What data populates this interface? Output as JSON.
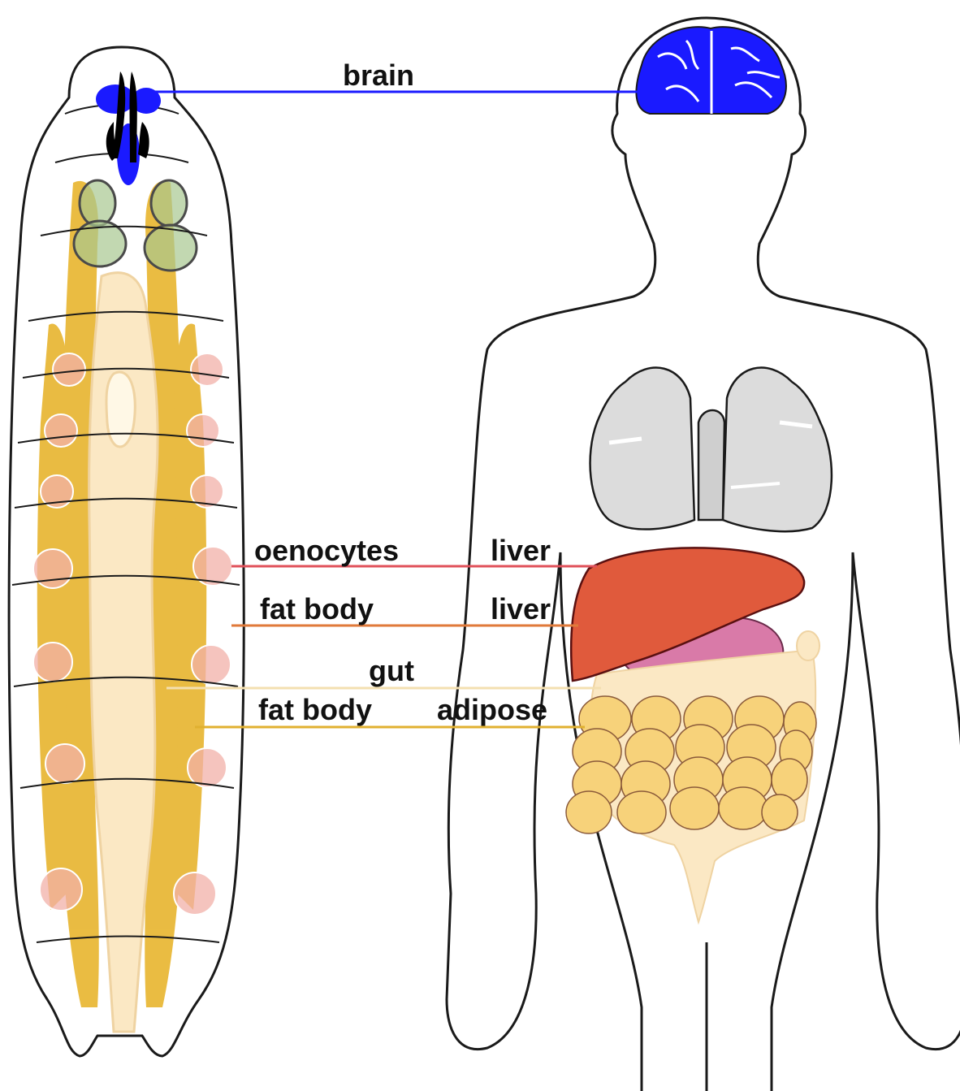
{
  "labels": {
    "brain": "brain",
    "larva_oenocytes": "oenocytes",
    "human_liver_1": "liver",
    "larva_fat_body_1": "fat body",
    "human_liver_2": "liver",
    "larva_gut": "gut",
    "larva_fat_body_2": "fat body",
    "human_adipose": "adipose"
  },
  "colors": {
    "brain": "#1a1aff",
    "oenocytes_line": "#e0505a",
    "fat_body_line": "#e07a3a",
    "gut_line": "#f3dfb0",
    "adipose_line": "#e0b030",
    "fat_body": "#e8b632",
    "gut": "#fbe8c4",
    "oenocyte": "#f2b0a8",
    "liver": "#e05a3c",
    "stomach": "#d97aa8",
    "lungs": "#dcdcdc",
    "adipose": "#f7d27a"
  }
}
